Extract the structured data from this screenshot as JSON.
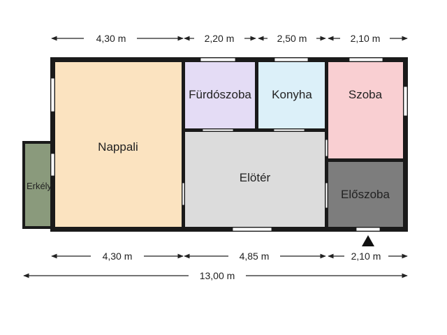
{
  "rooms": {
    "nappali": {
      "label": "Nappali",
      "color": "#fbe3c0"
    },
    "furdoszoba": {
      "label": "Fürdószoba",
      "color": "#e4dcf5"
    },
    "konyha": {
      "label": "Konyha",
      "color": "#dcf0f9"
    },
    "szoba": {
      "label": "Szoba",
      "color": "#f9cfd2"
    },
    "eloter": {
      "label": "Elötér",
      "color": "#dcdcdc"
    },
    "eloszoba": {
      "label": "Előszoba",
      "color": "#7d7d7d"
    },
    "erkely": {
      "label": "Erkély",
      "color": "#8a9a7c"
    }
  },
  "dimensions": {
    "top": [
      "4,30 m",
      "2,20 m",
      "2,50 m",
      "2,10 m"
    ],
    "bottom": [
      "4,30 m",
      "4,85 m",
      "2,10 m"
    ],
    "total": "13,00 m"
  },
  "entrance_icon": "triangle-up-icon",
  "wall_color": "#1a1a1a"
}
